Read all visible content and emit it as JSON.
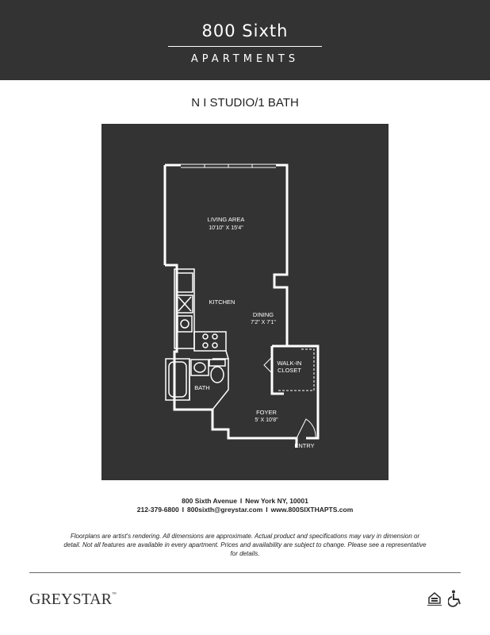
{
  "header": {
    "brand_name": "800 Sixth",
    "brand_sub": "APARTMENTS"
  },
  "unit_title": "N I STUDIO/1 BATH",
  "floorplan": {
    "rooms": {
      "living": {
        "label": "LIVING AREA",
        "dims": "10'10\" X 15'4\""
      },
      "kitchen": {
        "label": "KITCHEN"
      },
      "dining": {
        "label": "DINING",
        "dims": "7'2\" X 7'1\""
      },
      "closet": {
        "label_1": "WALK-IN",
        "label_2": "CLOSET"
      },
      "bath": {
        "label": "BATH"
      },
      "foyer": {
        "label": "FOYER",
        "dims": "5' X 10'8\""
      },
      "entry": {
        "label": "ENTRY"
      }
    },
    "colors": {
      "background": "#333333",
      "walls": "#ffffff"
    }
  },
  "footer": {
    "address_street": "800 Sixth Avenue",
    "address_city": "New York NY, 10001",
    "separator": "I",
    "phone": "212-379-6800",
    "email": "800sixth@greystar.com",
    "website": "www.800SIXTHAPTS.com",
    "disclaimer": "Floorplans are artist's rendering. All dimensions are approximate. Actual product and specifications may vary in dimension or detail. Not all features are available in every apartment. Prices and availability are subject to change. Please see a representative for details.",
    "logo_text": "GREYSTAR",
    "logo_tm": "™",
    "eho_text": "EQUAL HOUSING OPPORTUNITY"
  },
  "icons": [
    "equal-housing-icon",
    "wheelchair-accessible-icon"
  ]
}
